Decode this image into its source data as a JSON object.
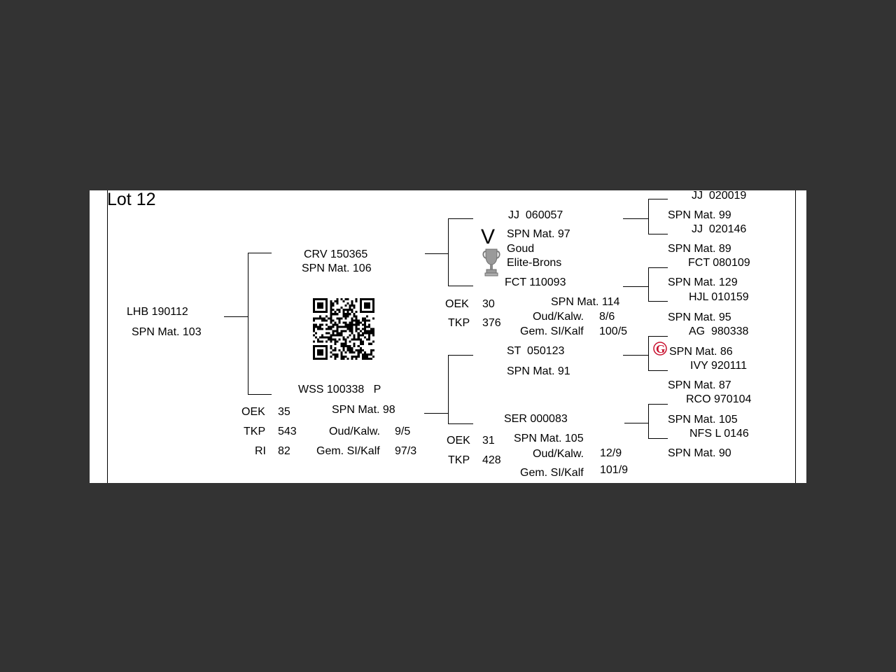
{
  "lot_title": "Lot 12",
  "subject": {
    "name": "LHB 190112",
    "mat": "SPN Mat. 103"
  },
  "sire": {
    "name": "CRV 150365",
    "mat": "SPN Mat. 106"
  },
  "dam": {
    "name": "WSS 100338   P",
    "mat": "SPN Mat. 98",
    "oek_label": "OEK",
    "oek_value": "35",
    "tkp_label": "TKP",
    "tkp_value": "543",
    "ri_label": "RI",
    "ri_value": "82",
    "oud_label": "Oud/Kalw.",
    "oud_value": "9/5",
    "gem_label": "Gem. SI/Kalf",
    "gem_value": "97/3"
  },
  "sire_sire": {
    "mark": "V",
    "name": "JJ  060057",
    "mat": "SPN Mat. 97",
    "award1": "Goud",
    "award2": "Elite-Brons"
  },
  "sire_dam": {
    "name": "FCT 110093",
    "mat": "SPN Mat. 114",
    "oek_label": "OEK",
    "oek_value": "30",
    "tkp_label": "TKP",
    "tkp_value": "376",
    "oud_label": "Oud/Kalw.",
    "oud_value": "8/6",
    "gem_label": "Gem. SI/Kalf",
    "gem_value": "100/5"
  },
  "dam_sire": {
    "name": "ST  050123",
    "mat": "SPN Mat. 91"
  },
  "dam_dam": {
    "name": "SER 000083",
    "mat": "SPN Mat. 105",
    "oek_label": "OEK",
    "oek_value": "31",
    "tkp_label": "TKP",
    "tkp_value": "428",
    "oud_label": "Oud/Kalw.",
    "oud_value": "12/9",
    "gem_label": "Gem. SI/Kalf",
    "gem_value": "101/9"
  },
  "gen3": [
    {
      "name": "JJ  020019",
      "mat": "SPN Mat. 99"
    },
    {
      "name": "JJ  020146",
      "mat": "SPN Mat. 89"
    },
    {
      "name": "FCT 080109",
      "mat": "SPN Mat. 129"
    },
    {
      "name": "HJL 010159",
      "mat": "SPN Mat. 95"
    },
    {
      "name": "AG  980338",
      "mat": "SPN Mat. 86"
    },
    {
      "name": "IVY 920111",
      "mat": "SPN Mat. 87"
    },
    {
      "name": "RCO 970104",
      "mat": "SPN Mat. 105"
    },
    {
      "name": "NFS L 0146",
      "mat": "SPN Mat. 90"
    }
  ],
  "badge_text": "G",
  "colors": {
    "background": "#333333",
    "page": "#ffffff",
    "badge": "#c8102e"
  }
}
